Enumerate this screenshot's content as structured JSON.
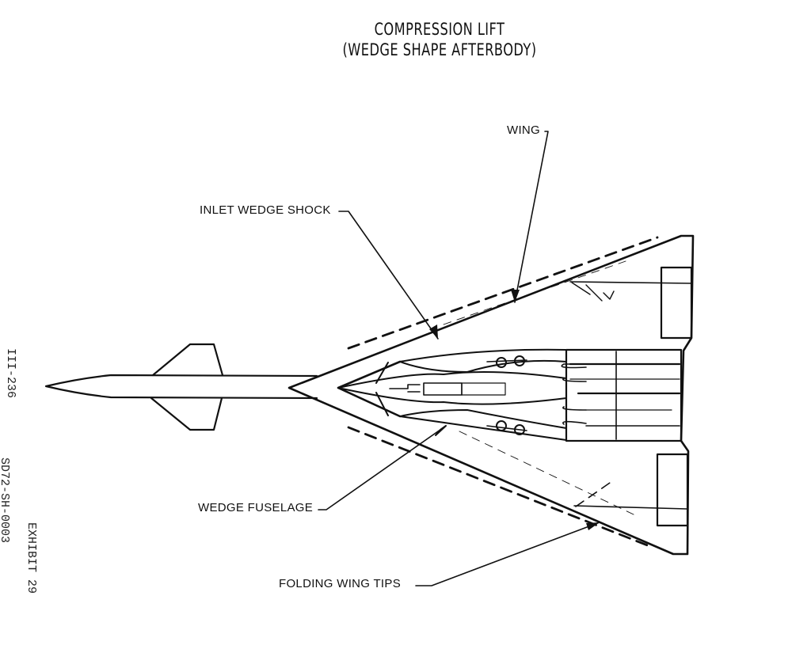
{
  "title": {
    "line1": "COMPRESSION LIFT",
    "line2": "(WEDGE SHAPE AFTERBODY)"
  },
  "callouts": {
    "wing": "WING",
    "inlet_wedge_shock": "INLET WEDGE SHOCK",
    "wedge_fuselage": "WEDGE FUSELAGE",
    "folding_wing_tips": "FOLDING WING TIPS"
  },
  "margin_text": {
    "page_number": "III-236",
    "document_id": "SD72-SH-0003",
    "exhibit": "EXHIBIT 29"
  },
  "colors": {
    "ink": "#111111",
    "paper": "#ffffff"
  }
}
